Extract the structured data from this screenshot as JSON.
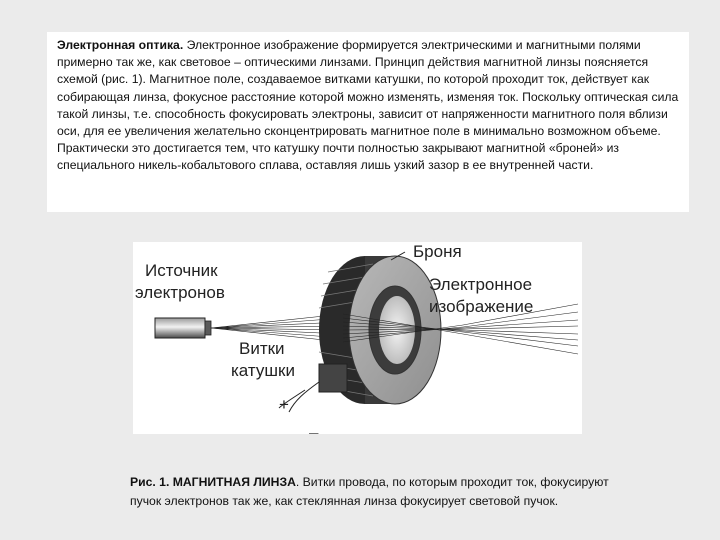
{
  "article": {
    "heading": "Электронная оптика.",
    "body": "Электронное изображение формируется электрическими и магнитными полями примерно так же, как световое – оптическими линзами. Принцип действия магнитной линзы поясняется схемой (рис. 1). Магнитное поле, создаваемое витками катушки, по которой проходит ток, действует как собирающая линза, фокусное расстояние которой можно изменять, изменяя ток. Поскольку оптическая сила такой линзы, т.е. способность фокусировать электроны, зависит от напряженности магнитного поля вблизи оси, для ее увеличения желательно сконцентрировать магнитное поле в минимально возможном объеме. Практически это достигается тем, что катушку почти полностью закрывают магнитной «броней» из специального никель-кобальтового сплава, оставляя лишь узкий зазор в ее внутренней части."
  },
  "figure": {
    "label_source_line1": "Источник",
    "label_source_line2": "электронов",
    "label_armor": "Броня",
    "label_image_line1": "Электронное",
    "label_image_line2": "изображение",
    "label_turns_line1": "Витки",
    "label_turns_line2": "катушки",
    "label_plus": "+",
    "label_minus": "–"
  },
  "caption": {
    "title": "Рис. 1. МАГНИТНАЯ ЛИНЗА",
    "text": ". Витки провода, по которым проходит ток, фокусируют пучок электронов так же, как стеклянная линза фокусирует световой пучок."
  }
}
